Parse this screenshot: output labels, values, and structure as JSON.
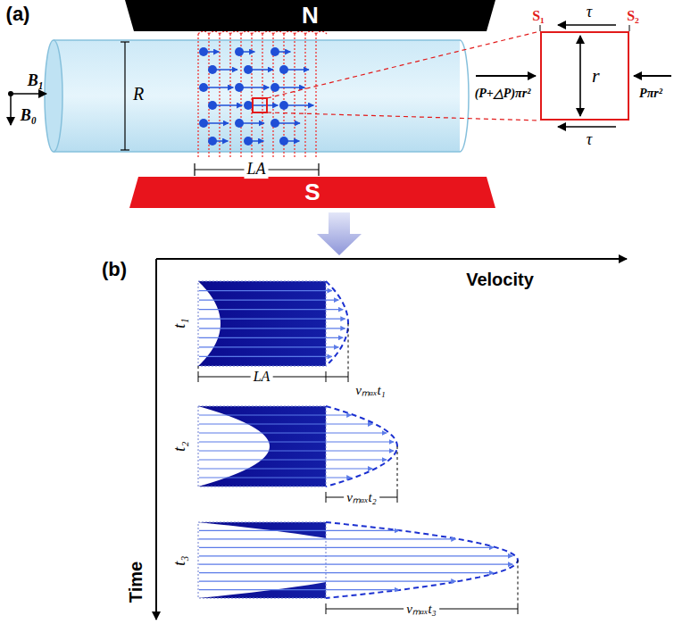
{
  "diagram": {
    "nodes": [
      {
        "text": [
          "N"
        ]
      },
      {
        "text": [
          "S"
        ]
      },
      {
        "text": [
          "r"
        ]
      }
    ],
    "labels": [
      "(a)",
      "B₁",
      "B₀",
      "R",
      "LA",
      "S₁",
      "S₂",
      "τ",
      "τ",
      "(P+△P)πr²",
      "Pπr²",
      "(b)",
      "Velocity",
      "t₁",
      "t₂",
      "t₃",
      "Time",
      "LA",
      "vₘₐₓt₁",
      "vₘₐₓt₂",
      "vₘₐₓt₃"
    ]
  }
}
